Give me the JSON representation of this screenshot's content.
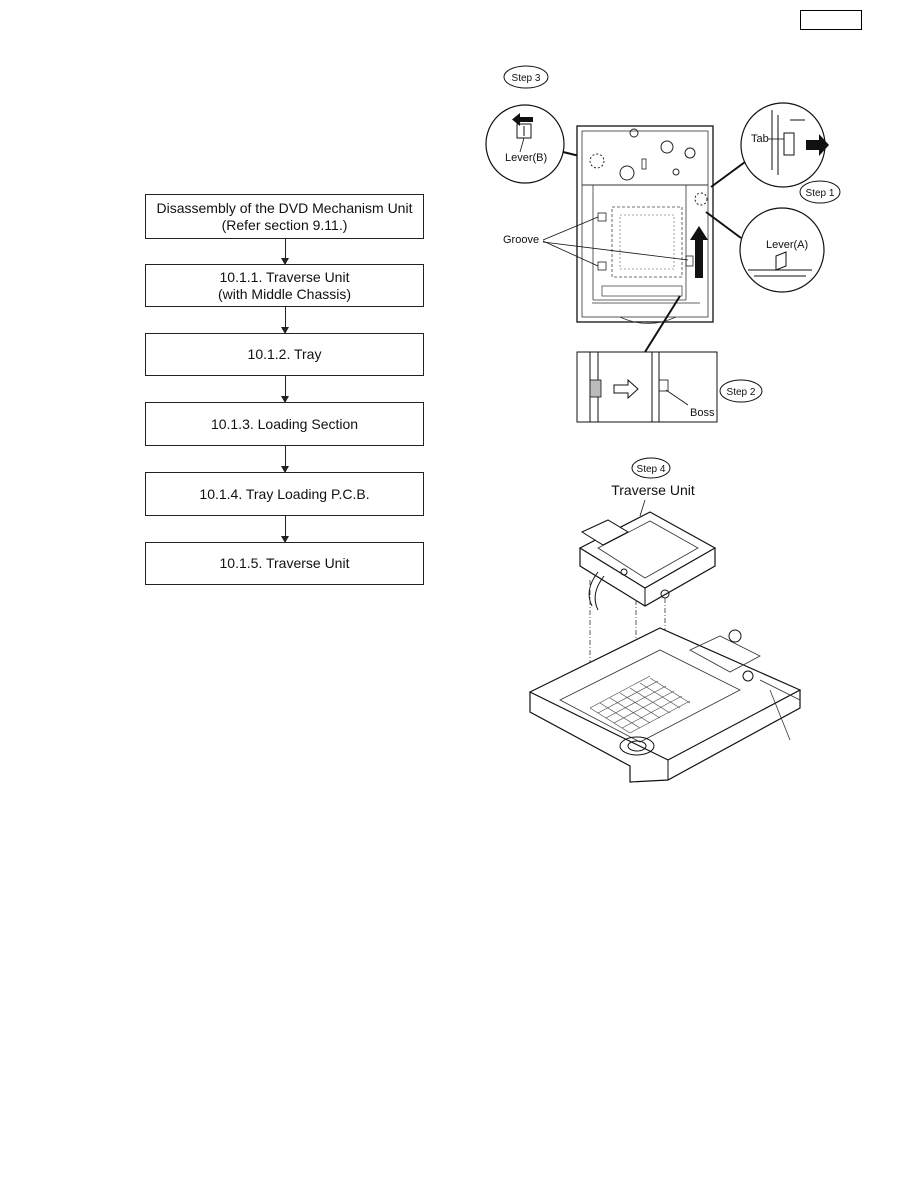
{
  "flowchart": {
    "steps": [
      {
        "line1": "Disassembly of the DVD Mechanism Unit",
        "line2": "(Refer section 9.11.)"
      },
      {
        "line1": "10.1.1. Traverse Unit",
        "line2": "(with Middle Chassis)"
      },
      {
        "line1": "10.1.2. Tray",
        "line2": ""
      },
      {
        "line1": "10.1.3. Loading Section",
        "line2": ""
      },
      {
        "line1": "10.1.4. Tray Loading P.C.B.",
        "line2": ""
      },
      {
        "line1": "10.1.5. Traverse Unit",
        "line2": ""
      }
    ]
  },
  "figure_top": {
    "step3": "Step 3",
    "step1": "Step 1",
    "step2": "Step 2",
    "lever_b": "Lever(B)",
    "lever_a": "Lever(A)",
    "tab": "Tab",
    "groove": "Groove",
    "boss": "Boss"
  },
  "figure_bottom": {
    "step4": "Step 4",
    "traverse_unit": "Traverse Unit"
  }
}
